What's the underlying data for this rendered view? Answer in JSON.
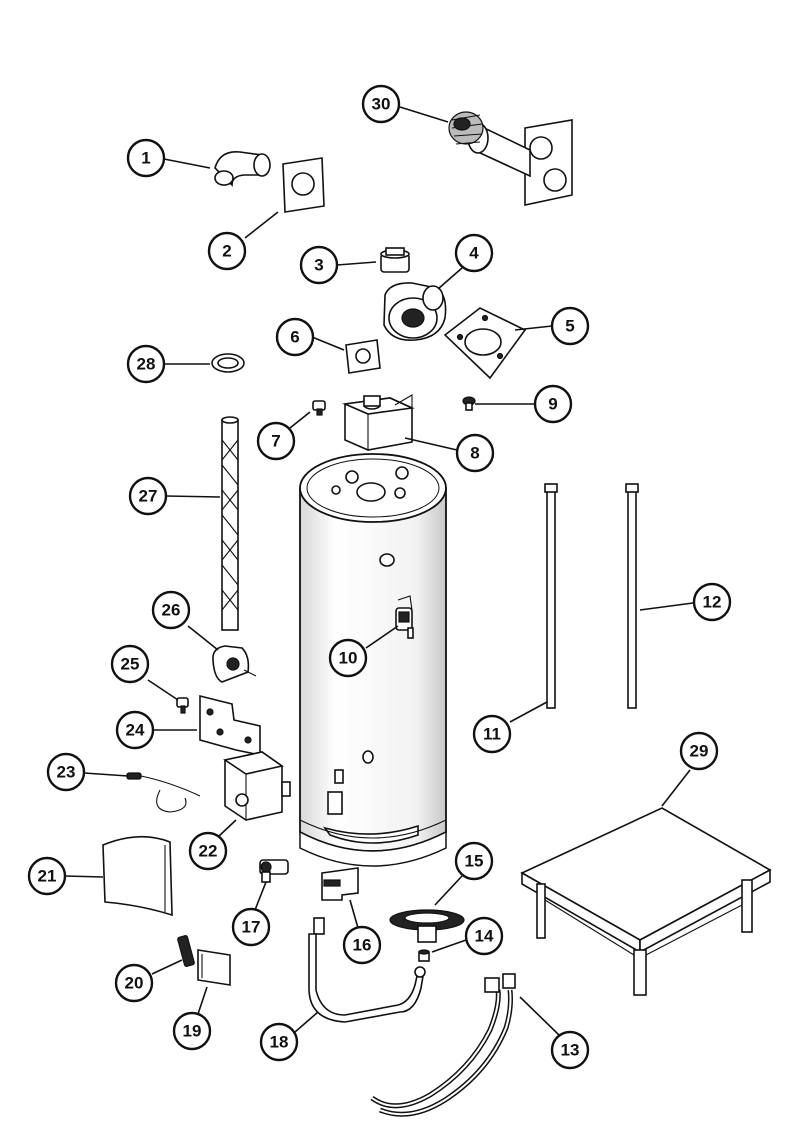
{
  "callouts": [
    {
      "id": "c1",
      "label": "1"
    },
    {
      "id": "c2",
      "label": "2"
    },
    {
      "id": "c3",
      "label": "3"
    },
    {
      "id": "c4",
      "label": "4"
    },
    {
      "id": "c5",
      "label": "5"
    },
    {
      "id": "c6",
      "label": "6"
    },
    {
      "id": "c7",
      "label": "7"
    },
    {
      "id": "c8",
      "label": "8"
    },
    {
      "id": "c9",
      "label": "9"
    },
    {
      "id": "c10",
      "label": "10"
    },
    {
      "id": "c11",
      "label": "11"
    },
    {
      "id": "c12",
      "label": "12"
    },
    {
      "id": "c13",
      "label": "13"
    },
    {
      "id": "c14",
      "label": "14"
    },
    {
      "id": "c15",
      "label": "15"
    },
    {
      "id": "c16",
      "label": "16"
    },
    {
      "id": "c17",
      "label": "17"
    },
    {
      "id": "c18",
      "label": "18"
    },
    {
      "id": "c19",
      "label": "19"
    },
    {
      "id": "c20",
      "label": "20"
    },
    {
      "id": "c21",
      "label": "21"
    },
    {
      "id": "c22",
      "label": "22"
    },
    {
      "id": "c23",
      "label": "23"
    },
    {
      "id": "c24",
      "label": "24"
    },
    {
      "id": "c25",
      "label": "25"
    },
    {
      "id": "c26",
      "label": "26"
    },
    {
      "id": "c27",
      "label": "27"
    },
    {
      "id": "c28",
      "label": "28"
    },
    {
      "id": "c29",
      "label": "29"
    },
    {
      "id": "c30",
      "label": "30"
    }
  ]
}
